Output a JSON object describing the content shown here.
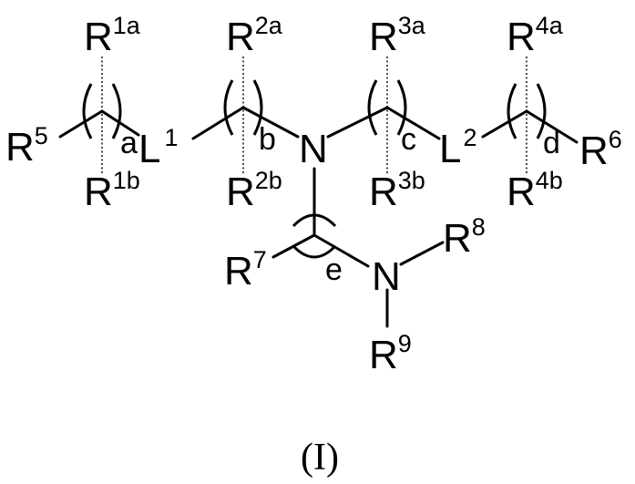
{
  "structure": {
    "labels": {
      "R1a": {
        "base": "R",
        "sup": "1a"
      },
      "R1b": {
        "base": "R",
        "sup": "1b"
      },
      "R2a": {
        "base": "R",
        "sup": "2a"
      },
      "R2b": {
        "base": "R",
        "sup": "2b"
      },
      "R3a": {
        "base": "R",
        "sup": "3a"
      },
      "R3b": {
        "base": "R",
        "sup": "3b"
      },
      "R4a": {
        "base": "R",
        "sup": "4a"
      },
      "R4b": {
        "base": "R",
        "sup": "4b"
      },
      "R5": {
        "base": "R",
        "sup": "5"
      },
      "R6": {
        "base": "R",
        "sup": "6"
      },
      "R7": {
        "base": "R",
        "sup": "7"
      },
      "R8": {
        "base": "R",
        "sup": "8"
      },
      "R9": {
        "base": "R",
        "sup": "9"
      },
      "L1": {
        "base": "L",
        "sup": "1"
      },
      "L2": {
        "base": "L",
        "sup": "2"
      },
      "N_center": "N",
      "N_amine": "N"
    },
    "indices": {
      "a": "a",
      "b": "b",
      "c": "c",
      "d": "d",
      "e": "e"
    }
  },
  "caption": "(I)"
}
